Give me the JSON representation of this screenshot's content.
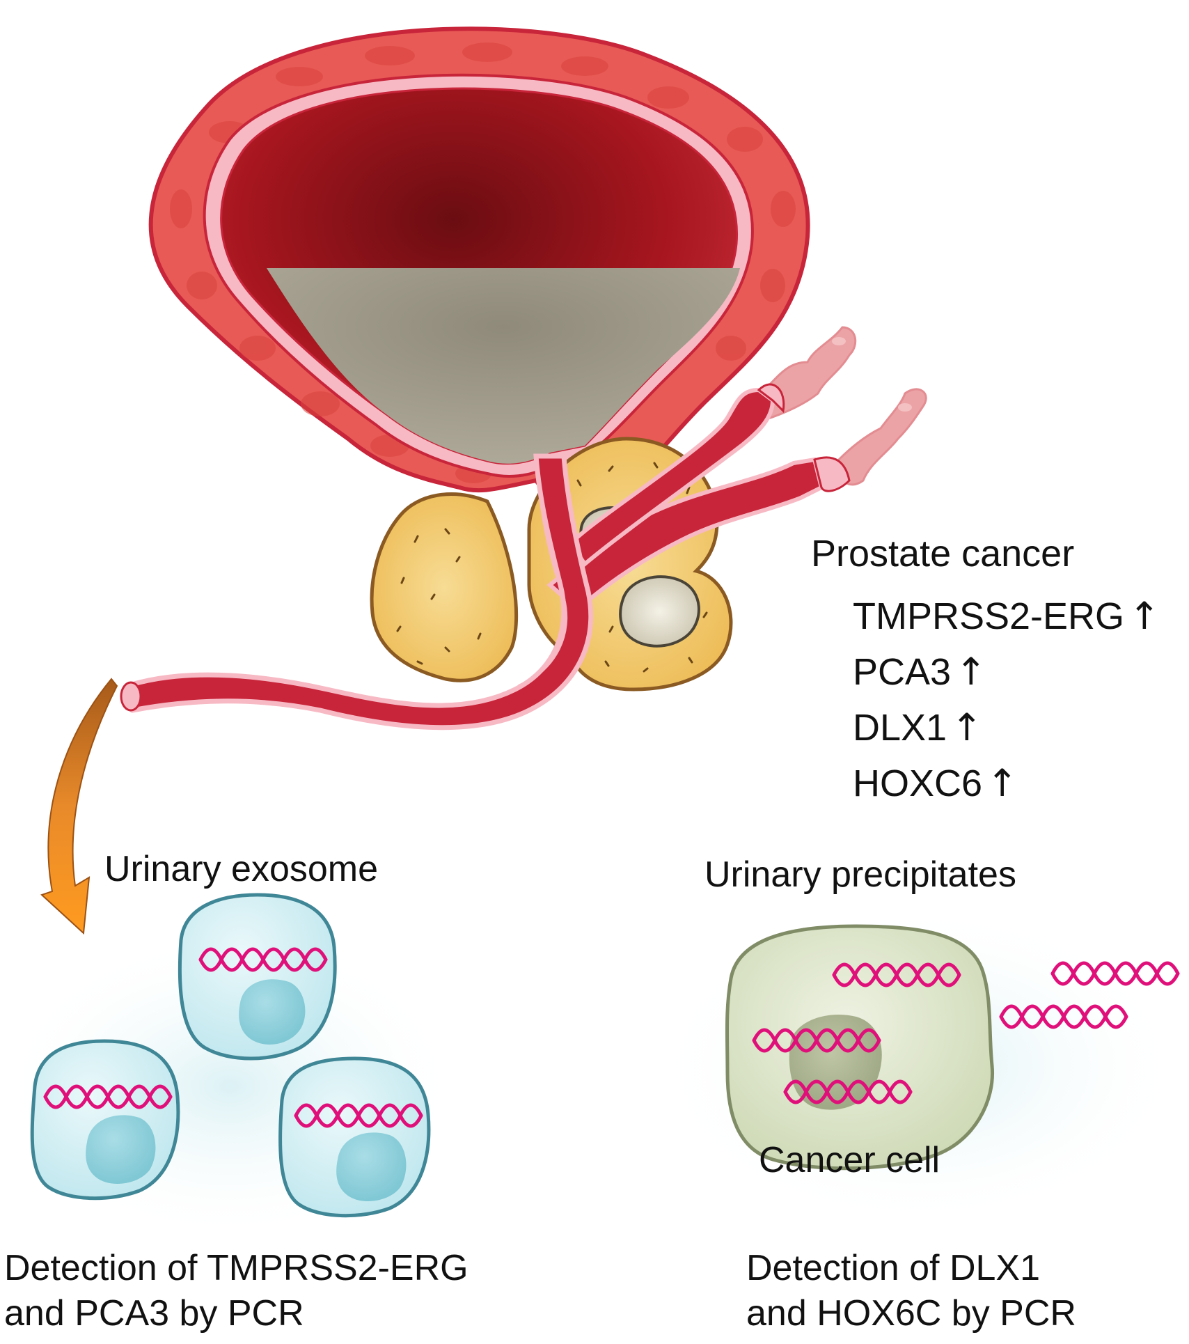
{
  "prostate": {
    "title": "Prostate cancer",
    "markers": [
      {
        "name": "TMPRSS2-ERG",
        "arrow": "↑"
      },
      {
        "name": "PCA3",
        "arrow": "↑"
      },
      {
        "name": "DLX1",
        "arrow": "↑"
      },
      {
        "name": "HOXC6",
        "arrow": "↑"
      }
    ]
  },
  "exosome": {
    "label": "Urinary exosome",
    "detection_line1": "Detection of TMPRSS2-ERG",
    "detection_line2": "and PCA3 by PCR"
  },
  "precipitates": {
    "label": "Urinary precipitates",
    "cell_label": "Cancer cell",
    "detection_line1": "Detection of DLX1",
    "detection_line2": "and HOX6C by PCR"
  },
  "colors": {
    "bladder_wall": "#e85a55",
    "bladder_outline": "#c8243a",
    "urethra_lining": "#f7b9c4",
    "lumen_blood": "#a8161f",
    "urine": "#a39e8d",
    "prostate": "#f2c56a",
    "prostate_outline": "#8a5a22",
    "tumor": "#d8d3c2",
    "exosome_fill": "#cfeef2",
    "exosome_outline": "#3f8696",
    "rna": "#e0107a",
    "cancer_cell_fill": "#dde6c9",
    "arrow": "#f08a1f"
  }
}
